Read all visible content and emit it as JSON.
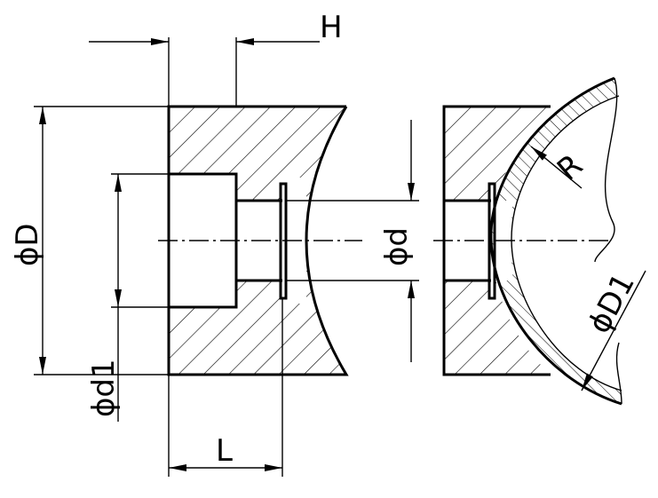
{
  "labels": {
    "H": "H",
    "D": "ϕD",
    "d1": "ϕd1",
    "L": "L",
    "d": "ϕd",
    "R": "R",
    "D1": "ϕD1"
  },
  "colors": {
    "line": "#000000",
    "background": "#ffffff"
  }
}
